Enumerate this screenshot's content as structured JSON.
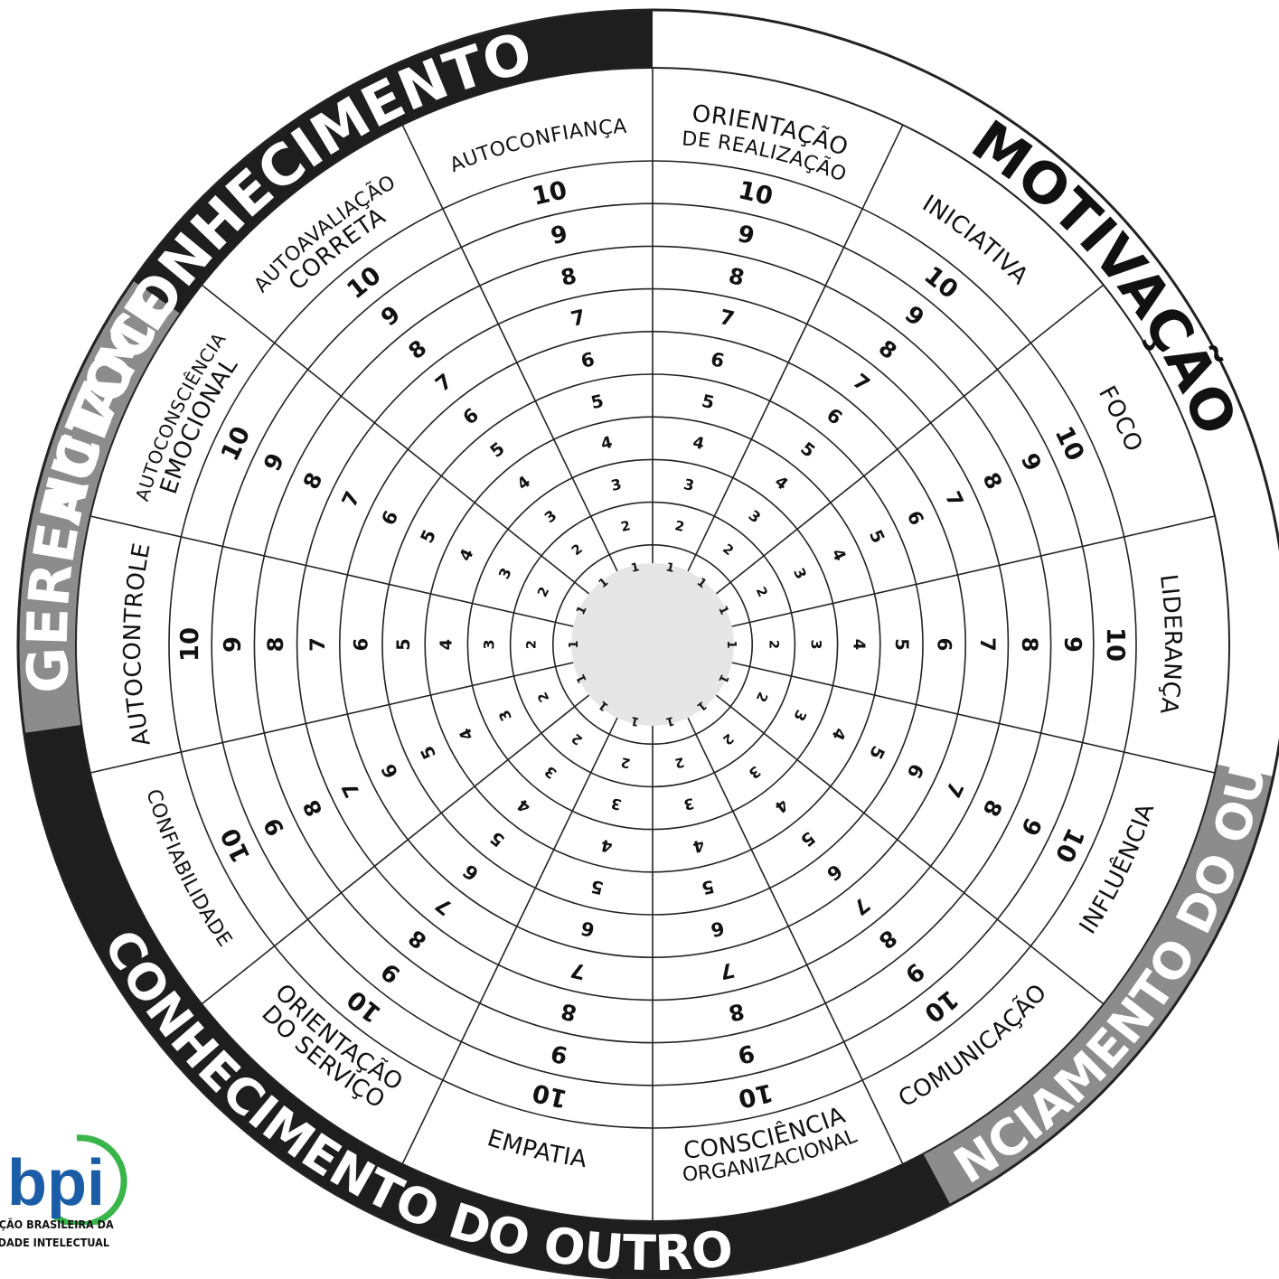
{
  "diagram": {
    "areas": [
      {
        "label": "AUTOCONHECIMENTO",
        "color": "#1e1e1e",
        "text_color": "#ffffff"
      },
      {
        "label": "MOTIVAÇÃO",
        "color": "#ffffff",
        "text_color": "#111111"
      },
      {
        "label": "GERENCIAMENTO DO OUTRO",
        "color": "#8c8c8c",
        "text_color": "#ffffff"
      },
      {
        "label": "CONHECIMENTO DO OUTRO",
        "color": "#1e1e1e",
        "text_color": "#ffffff"
      },
      {
        "label": "AUTOGERENCIAMENTO",
        "color": "#8c8c8c",
        "text_color": "#ffffff"
      }
    ],
    "segments": [
      {
        "label": [
          "ORIENTAÇÃO",
          "DE REALIZAÇÃO"
        ]
      },
      {
        "label": [
          "INICIATIVA"
        ]
      },
      {
        "label": [
          "FOCO"
        ]
      },
      {
        "label": [
          "LIDERANÇA"
        ]
      },
      {
        "label": [
          "INFLUÊNCIA"
        ]
      },
      {
        "label": [
          "COMUNICAÇÃO"
        ]
      },
      {
        "label": [
          "CONSCIÊNCIA"
        ],
        "sub": "ORGANIZACIONAL"
      },
      {
        "label": [
          "EMPATIA"
        ]
      },
      {
        "label": [
          "ORIENTAÇÃO",
          "DO SERVIÇO"
        ]
      },
      {
        "label": [
          "CONFIABILIDADE"
        ]
      },
      {
        "label": [
          "AUTOCONTROLE"
        ]
      },
      {
        "label": [
          "AUTOCONSCIÊNCIA",
          "EMOCIONAL"
        ]
      },
      {
        "label": [
          "AUTOAVALIAÇÃO",
          "CORRETA"
        ]
      },
      {
        "label": [
          "AUTOCONFIANÇA"
        ]
      }
    ],
    "scale": [
      "1",
      "2",
      "3",
      "4",
      "5",
      "6",
      "7",
      "8",
      "9",
      "10"
    ]
  },
  "logo": {
    "word": "bpi",
    "line1": "AÇÃO BRASILEIRA DA",
    "line2": "EDADE INTELECTUAL",
    "colors": {
      "primary": "#1a5da6",
      "accent": "#39b54a"
    }
  }
}
